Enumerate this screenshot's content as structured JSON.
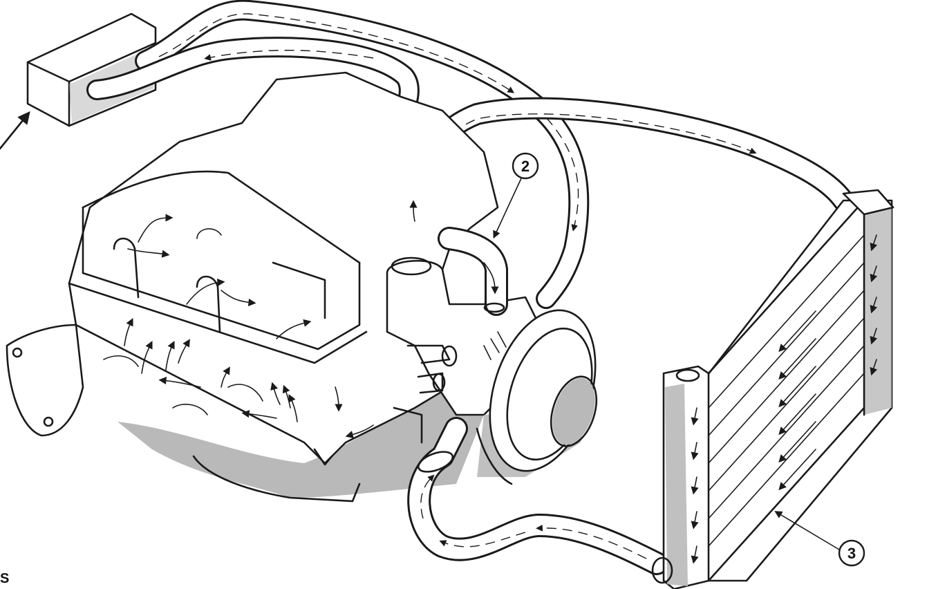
{
  "callouts": [
    {
      "label": "2"
    },
    {
      "label": "3"
    }
  ],
  "caption_fragment": "S",
  "colors": {
    "ink": "#1a1a1a",
    "shade": "#b9b9b9",
    "paper": "#ffffff"
  }
}
